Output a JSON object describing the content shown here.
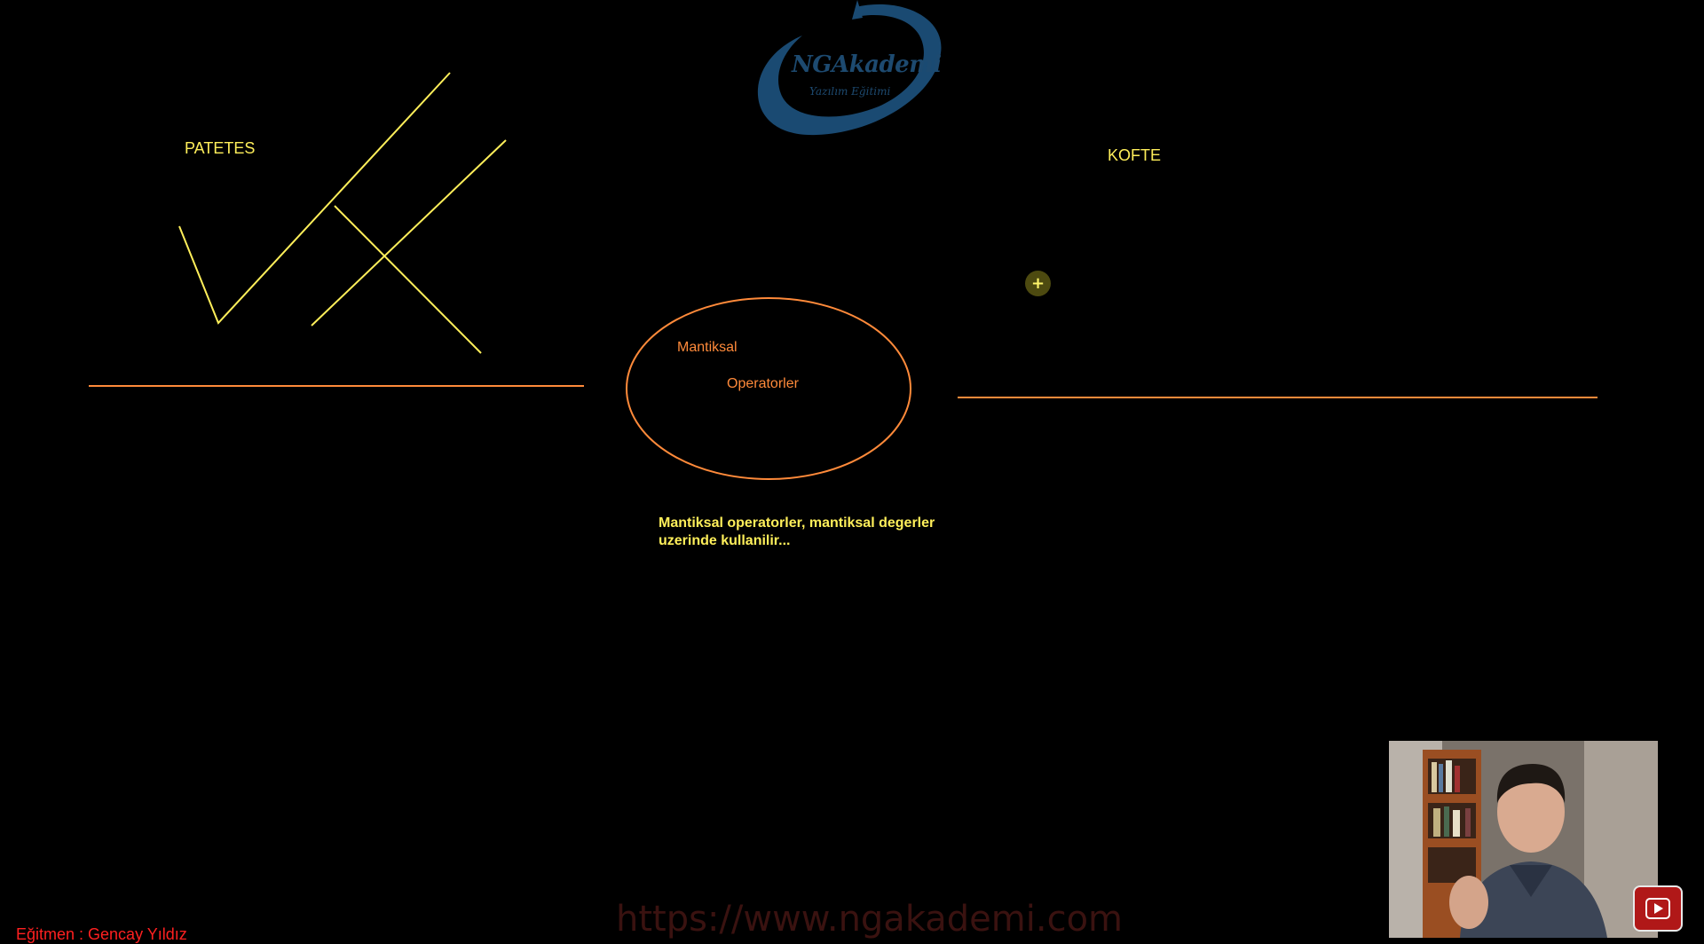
{
  "board": {
    "labels": {
      "patetes": "PATETES",
      "kofte": "KOFTE",
      "mantiksal": "Mantiksal",
      "operatorler": "Operatorler",
      "description": "Mantiksal operatorler, mantiksal degerler uzerinde kullanilir..."
    },
    "colors": {
      "background": "#000000",
      "yellow_ink": "#ffef5a",
      "orange_ink": "#ff8a3a"
    }
  },
  "logo": {
    "name": "NGAkademi",
    "subtitle": "Yazılım Eğitimi"
  },
  "cursor": {
    "glyph": "+",
    "icon": "crosshair-plus-icon"
  },
  "webcam": {
    "icon": "presenter-webcam"
  },
  "youtube": {
    "icon": "youtube-play-icon",
    "color": "#b01818"
  },
  "watermark": {
    "url": "https://www.ngakademi.com"
  },
  "footer": {
    "trainer": "Eğitmen : Gencay Yıldız"
  }
}
